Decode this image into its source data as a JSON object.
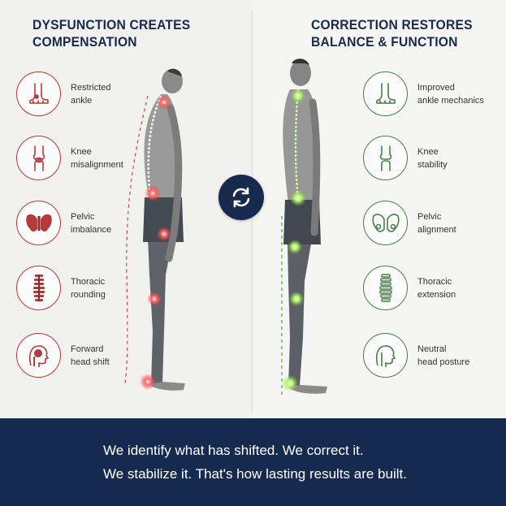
{
  "left": {
    "heading": "DYSFUNCTION CREATES\nCOMPENSATION",
    "accent": "#b53a3a",
    "items": [
      {
        "icon": "ankle-icon",
        "label": "Restricted\nankle"
      },
      {
        "icon": "knee-icon",
        "label": "Knee\nmisalignment"
      },
      {
        "icon": "pelvis-icon",
        "label": "Pelvic\nimbalance"
      },
      {
        "icon": "spine-icon",
        "label": "Thoracic\nrounding"
      },
      {
        "icon": "head-icon",
        "label": "Forward\nhead shift"
      }
    ]
  },
  "right": {
    "heading": "CORRECTION RESTORES\nBALANCE & FUNCTION",
    "accent": "#4a7f47",
    "items": [
      {
        "icon": "ankle-icon",
        "label": "Improved\nankle mechanics"
      },
      {
        "icon": "knee-icon",
        "label": "Knee\nstability"
      },
      {
        "icon": "pelvis-icon",
        "label": "Pelvic\nalignment"
      },
      {
        "icon": "spine-icon",
        "label": "Thoracic\nextension"
      },
      {
        "icon": "head-icon",
        "label": "Neutral\nhead posture"
      }
    ]
  },
  "center": {
    "icon": "swap-arrows-icon",
    "color": "#17294d"
  },
  "footer": {
    "icon": "target-arrow-icon",
    "line1": "We identify what has shifted. We correct it.",
    "line2": "We stabilize it. That's how lasting results are built.",
    "background": "#162a4f"
  }
}
